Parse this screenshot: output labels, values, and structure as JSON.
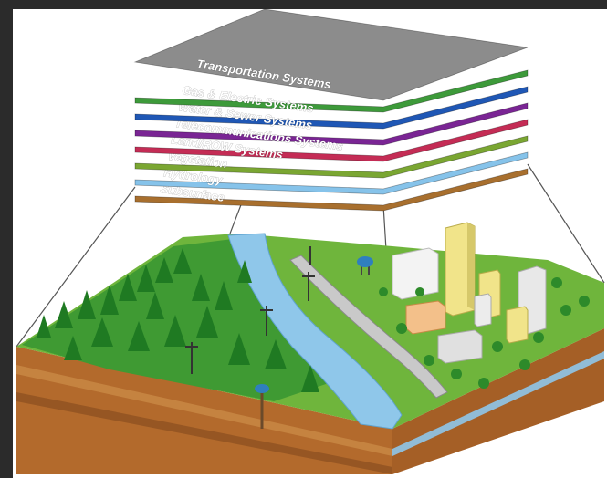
{
  "layers": [
    {
      "label": "Transportation Systems",
      "color": "#8c8c8c"
    },
    {
      "label": "Gas & Electric Systems",
      "color": "#3d9a3a"
    },
    {
      "label": "Water & Sewer Systems",
      "color": "#1f57b5"
    },
    {
      "label": "Telecommunications Systems",
      "color": "#7a2594"
    },
    {
      "label": "Land/ROW Systems",
      "color": "#c42c55"
    },
    {
      "label": "Vegetation",
      "color": "#7aa632"
    },
    {
      "label": "Hydrology",
      "color": "#86c3ea"
    },
    {
      "label": "Subsurface",
      "color": "#a86f2e"
    }
  ],
  "colors": {
    "background": "#2b2b2b",
    "sky": "#ffffff",
    "grass": "#6fb53c",
    "forest": "#2d8a2a",
    "river": "#8fc7ea",
    "soil": "#b36a2c",
    "city_building": "#f1e48a"
  }
}
